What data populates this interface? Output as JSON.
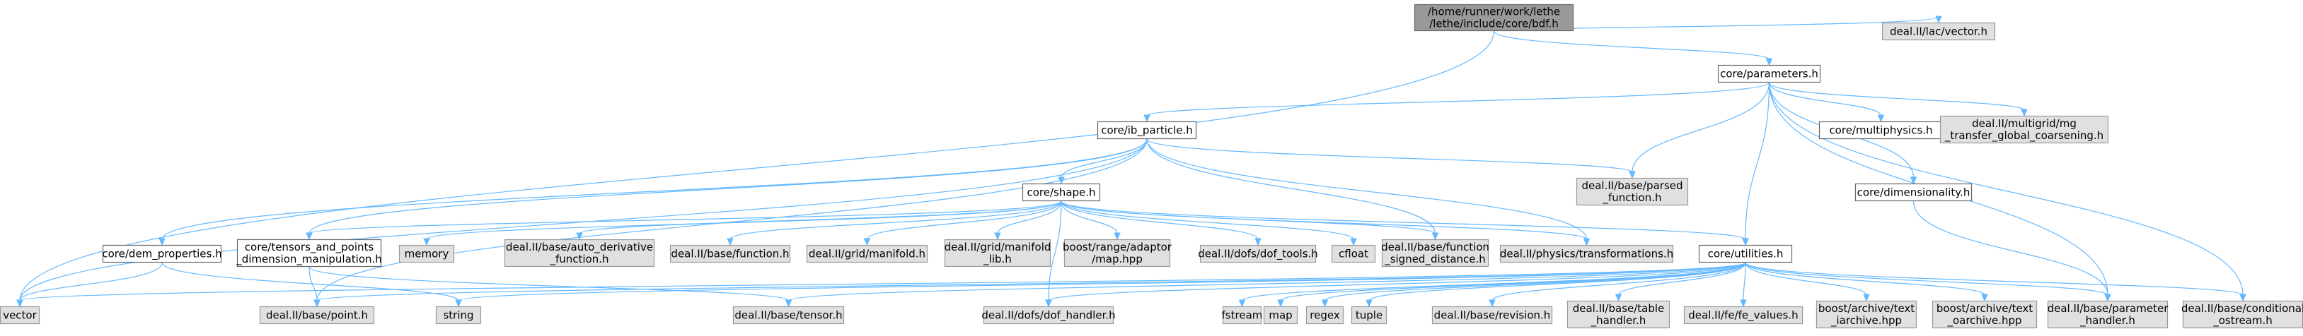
{
  "nodes": {
    "bdf": "/home/runner/work/lethe\n/lethe/include/core/bdf.h",
    "lac_vector": "deal.II/lac/vector.h",
    "parameters": "core/parameters.h",
    "ib_particle": "core/ib_particle.h",
    "multiphysics": "core/multiphysics.h",
    "mg_transfer": "deal.II/multigrid/mg\n_transfer_global_coarsening.h",
    "shape": "core/shape.h",
    "parsed_function": "deal.II/base/parsed\n_function.h",
    "dimensionality": "core/dimensionality.h",
    "dem_properties": "core/dem_properties.h",
    "tensors_points": "core/tensors_and_points\n_dimension_manipulation.h",
    "memory": "memory",
    "auto_derivative": "deal.II/base/auto_derivative\n_function.h",
    "base_function": "deal.II/base/function.h",
    "grid_manifold": "deal.II/grid/manifold.h",
    "manifold_lib": "deal.II/grid/manifold\n_lib.h",
    "range_adaptor": "boost/range/adaptor\n/map.hpp",
    "dof_tools": "deal.II/dofs/dof_tools.h",
    "cfloat": "cfloat",
    "signed_distance": "deal.II/base/function\n_signed_distance.h",
    "transformations": "deal.II/physics/transformations.h",
    "utilities": "core/utilities.h",
    "vector": "vector",
    "point": "deal.II/base/point.h",
    "string": "string",
    "tensor": "deal.II/base/tensor.h",
    "dof_handler": "deal.II/dofs/dof_handler.h",
    "fstream": "fstream",
    "map": "map",
    "regex": "regex",
    "tuple": "tuple",
    "revision": "deal.II/base/revision.h",
    "table_handler": "deal.II/base/table\n_handler.h",
    "fe_values": "deal.II/fe/fe_values.h",
    "text_iarchive": "boost/archive/text\n_iarchive.hpp",
    "text_oarchive": "boost/archive/text\n_oarchive.hpp",
    "parameter_handler": "deal.II/base/parameter\n_handler.h",
    "conditional_ostream": "deal.II/base/conditional\n_ostream.h"
  },
  "node_kinds": {
    "bdf": "root",
    "parameters": "file",
    "ib_particle": "file",
    "multiphysics": "file",
    "shape": "file",
    "dimensionality": "file",
    "dem_properties": "file",
    "tensors_points": "file",
    "utilities": "file"
  },
  "edges": [
    [
      "bdf",
      "lac_vector"
    ],
    [
      "bdf",
      "parameters"
    ],
    [
      "bdf",
      "vector"
    ],
    [
      "parameters",
      "ib_particle"
    ],
    [
      "parameters",
      "multiphysics"
    ],
    [
      "parameters",
      "mg_transfer"
    ],
    [
      "parameters",
      "parsed_function"
    ],
    [
      "parameters",
      "dimensionality"
    ],
    [
      "parameters",
      "utilities"
    ],
    [
      "parameters",
      "parameter_handler"
    ],
    [
      "parameters",
      "conditional_ostream"
    ],
    [
      "ib_particle",
      "shape"
    ],
    [
      "ib_particle",
      "dem_properties"
    ],
    [
      "ib_particle",
      "tensors_points"
    ],
    [
      "ib_particle",
      "parsed_function"
    ],
    [
      "ib_particle",
      "signed_distance"
    ],
    [
      "ib_particle",
      "transformations"
    ],
    [
      "ib_particle",
      "vector"
    ],
    [
      "ib_particle",
      "point"
    ],
    [
      "shape",
      "tensors_points"
    ],
    [
      "shape",
      "memory"
    ],
    [
      "shape",
      "auto_derivative"
    ],
    [
      "shape",
      "base_function"
    ],
    [
      "shape",
      "grid_manifold"
    ],
    [
      "shape",
      "manifold_lib"
    ],
    [
      "shape",
      "range_adaptor"
    ],
    [
      "shape",
      "dof_tools"
    ],
    [
      "shape",
      "cfloat"
    ],
    [
      "shape",
      "signed_distance"
    ],
    [
      "shape",
      "transformations"
    ],
    [
      "shape",
      "utilities"
    ],
    [
      "shape",
      "dof_handler"
    ],
    [
      "dimensionality",
      "parameter_handler"
    ],
    [
      "dem_properties",
      "vector"
    ],
    [
      "dem_properties",
      "string"
    ],
    [
      "tensors_points",
      "point"
    ],
    [
      "tensors_points",
      "tensor"
    ],
    [
      "utilities",
      "vector"
    ],
    [
      "utilities",
      "point"
    ],
    [
      "utilities",
      "string"
    ],
    [
      "utilities",
      "tensor"
    ],
    [
      "utilities",
      "dof_handler"
    ],
    [
      "utilities",
      "fstream"
    ],
    [
      "utilities",
      "map"
    ],
    [
      "utilities",
      "regex"
    ],
    [
      "utilities",
      "tuple"
    ],
    [
      "utilities",
      "revision"
    ],
    [
      "utilities",
      "table_handler"
    ],
    [
      "utilities",
      "fe_values"
    ],
    [
      "utilities",
      "text_iarchive"
    ],
    [
      "utilities",
      "text_oarchive"
    ],
    [
      "utilities",
      "parameter_handler"
    ],
    [
      "utilities",
      "conditional_ostream"
    ]
  ]
}
